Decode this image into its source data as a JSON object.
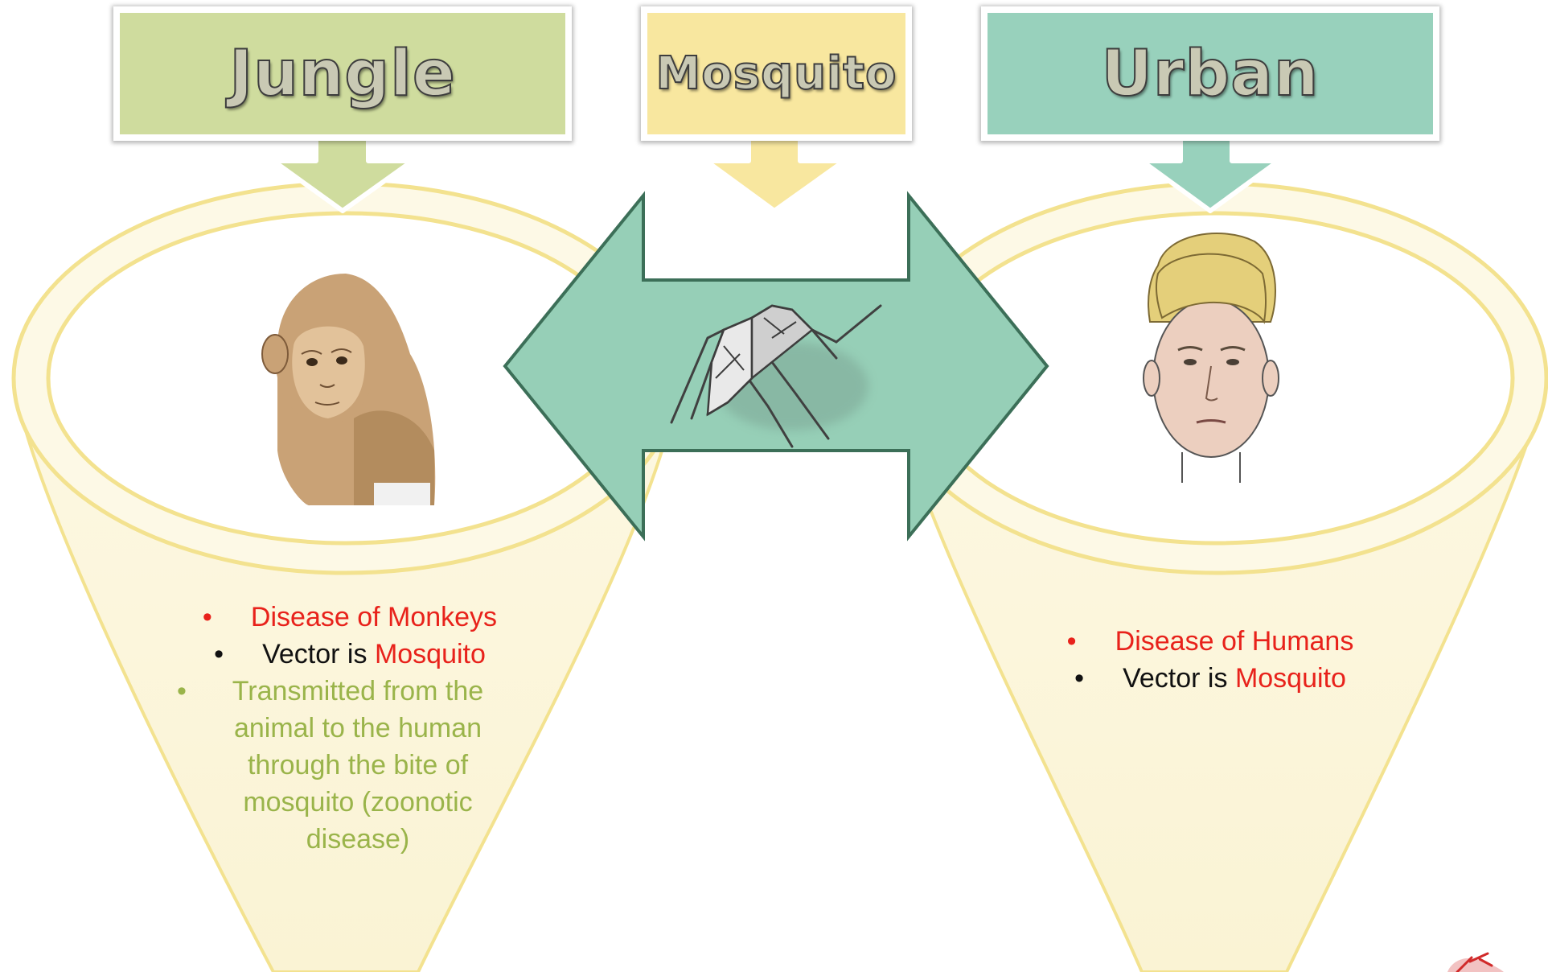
{
  "boxes": {
    "jungle": "Jungle",
    "mosquito": "Mosquito",
    "urban": "Urban"
  },
  "jungle_facts": {
    "item1": "Disease of Monkeys",
    "item2_prefix": "Vector is ",
    "item2_highlight": "Mosquito",
    "item3": "Transmitted from the animal to the human through the bite of mosquito (zoonotic disease)"
  },
  "urban_facts": {
    "item1": "Disease of Humans",
    "item2_prefix": "Vector is ",
    "item2_highlight": "Mosquito"
  },
  "bullet_glyph": "•",
  "colors": {
    "jungle": "#cfdc9e",
    "mosquito": "#f8e79f",
    "urban": "#98d1bc",
    "funnel_fill": "#fdf9e6",
    "funnel_stroke": "#f3e28f",
    "arrow_fill": "#96cfb7",
    "arrow_stroke": "#3c6f58",
    "highlight_red": "#e8221b",
    "transmission_green": "#9ab44a"
  },
  "icons": [
    "monkey-illustration",
    "mosquito-illustration",
    "human-face-illustration",
    "mosquito-logo-mark"
  ]
}
